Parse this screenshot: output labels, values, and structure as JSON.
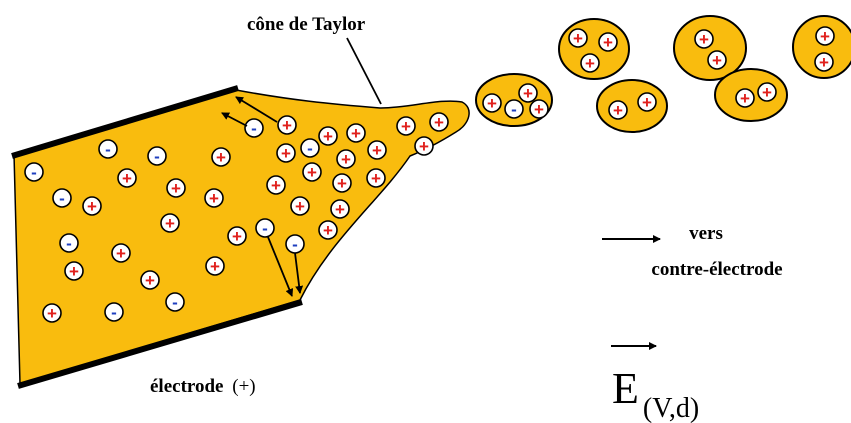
{
  "labels": {
    "taylor_cone": "cône de Taylor",
    "electrode_word": "électrode",
    "electrode_sign": "(+)",
    "direction_line1": "vers",
    "direction_line2": "contre-électrode",
    "field_letter": "E",
    "field_subscript": "(V,d)"
  },
  "symbols": {
    "plus": "+",
    "minus": "-"
  },
  "colors": {
    "liquid_fill": "#F9BC0E",
    "outline": "#000000",
    "ion_circle_fill": "#FFFFFF",
    "positive_charge": "#E0201C",
    "negative_charge": "#1F3FBF"
  }
}
